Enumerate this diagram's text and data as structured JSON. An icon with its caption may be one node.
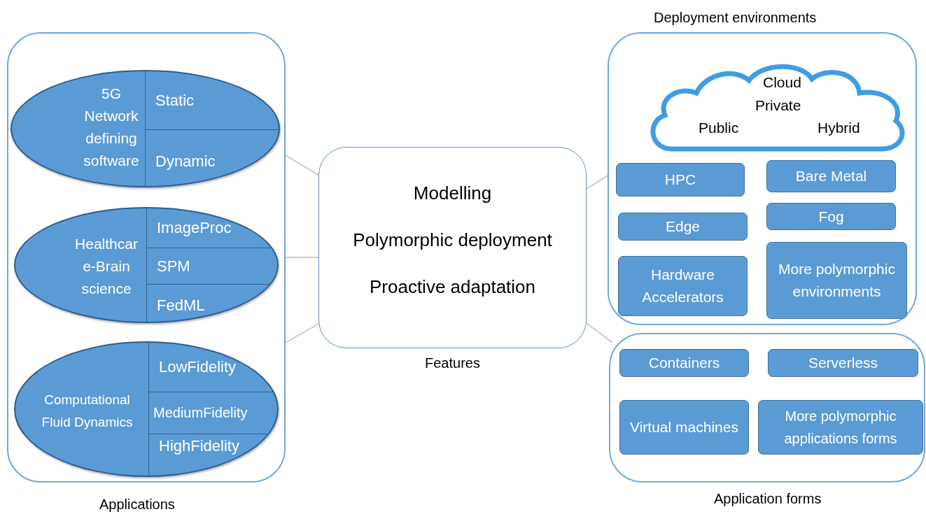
{
  "diagram": {
    "nodes": [
      {
        "text": [
          "Applications"
        ]
      },
      {
        "text": [
          "5G Network defining software"
        ],
        "in": 0
      },
      {
        "text": [
          "Static"
        ],
        "in": 1
      },
      {
        "text": [
          "Dynamic"
        ],
        "in": 1
      },
      {
        "text": [
          "Healthcar e-Brain science"
        ],
        "in": 0
      },
      {
        "text": [
          "ImageProc"
        ],
        "in": 4
      },
      {
        "text": [
          "SPM"
        ],
        "in": 4
      },
      {
        "text": [
          "FedML"
        ],
        "in": 4
      },
      {
        "text": [
          "Computational Fluid Dynamics"
        ],
        "in": 0
      },
      {
        "text": [
          "LowFidelity"
        ],
        "in": 8
      },
      {
        "text": [
          "MediumFidelity"
        ],
        "in": 8
      },
      {
        "text": [
          "HighFidelity"
        ],
        "in": 8
      },
      {
        "text": [
          "Modelling",
          "Polymorphic deployment",
          "Proactive adaptation",
          "Features"
        ]
      },
      {
        "text": [
          "Deployment environments"
        ]
      },
      {
        "text": [
          "Cloud",
          "Private",
          "Public",
          "Hybrid"
        ],
        "in": 13
      },
      {
        "text": [
          "HPC"
        ],
        "in": 13
      },
      {
        "text": [
          "Bare Metal"
        ],
        "in": 13
      },
      {
        "text": [
          "Edge"
        ],
        "in": 13
      },
      {
        "text": [
          "Fog"
        ],
        "in": 13
      },
      {
        "text": [
          "Hardware Accelerators"
        ],
        "in": 13
      },
      {
        "text": [
          "More polymorphic environments"
        ],
        "in": 13
      },
      {
        "text": [
          "Application forms"
        ]
      },
      {
        "text": [
          "Containers"
        ],
        "in": 21
      },
      {
        "text": [
          "Serverless"
        ],
        "in": 21
      },
      {
        "text": [
          "Virtual machines"
        ],
        "in": 21
      },
      {
        "text": [
          "More polymorphic applications forms"
        ],
        "in": 21
      }
    ],
    "edges": [
      {
        "from": 0,
        "to": 12,
        "arrow": "none"
      },
      {
        "from": 0,
        "to": 12,
        "arrow": "none"
      },
      {
        "from": 0,
        "to": 12,
        "arrow": "none"
      },
      {
        "from": 12,
        "to": 13,
        "arrow": "none"
      },
      {
        "from": 12,
        "to": 21,
        "arrow": "none"
      }
    ]
  }
}
